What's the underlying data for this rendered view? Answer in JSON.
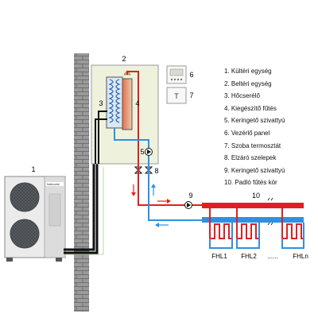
{
  "numbers": {
    "n1": "1",
    "n2": "2",
    "n3": "3",
    "n4": "4",
    "n5": "5",
    "n6": "6",
    "n7": "7",
    "n8": "8",
    "n9": "9",
    "n10": "10"
  },
  "thermostat_letter": "T",
  "unit_brand": "Nationalal",
  "legend": [
    "1. Kültéri egység",
    "2. Beltéri egység",
    "3. Hőcserélő",
    "4. Kiegészítő fűtés",
    "5. Keringető szivattyú",
    "6. Vezérlő panel",
    "7. Szoba termosztát",
    "8. Elzáró szelepek",
    "9. Keringető szivattyú",
    "10. Padló fűtés kör"
  ],
  "floor_loops": [
    "FHL1",
    "FHL2",
    "......",
    "FHLn"
  ],
  "colors": {
    "hot_water": "#e02020",
    "cold_water": "#3090e0",
    "indoor_unit": "#eef2dc",
    "wall_brick": "#8c8c8c",
    "refrigerant": "#111111"
  }
}
